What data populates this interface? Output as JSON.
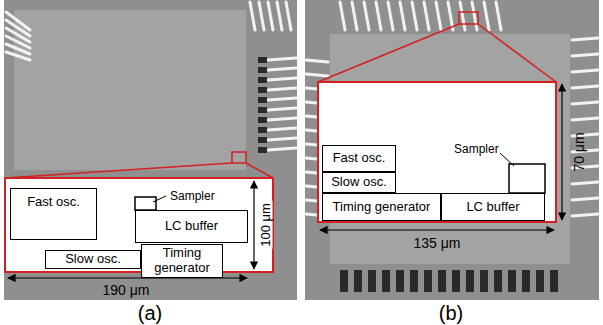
{
  "diagram": {
    "nodes": [
      {
        "text": [
          "Fast osc."
        ]
      },
      {
        "text": [
          "LC buffer"
        ]
      },
      {
        "text": [
          "Slow osc."
        ]
      },
      {
        "text": [
          "Timing generator"
        ]
      },
      {
        "text": [
          "Fast osc."
        ]
      },
      {
        "text": [
          "Slow osc."
        ]
      },
      {
        "text": [
          "Timing generator"
        ]
      },
      {
        "text": [
          "LC buffer"
        ]
      }
    ],
    "edges": [],
    "labels": [
      "Sampler",
      "100 μm",
      "190 μm",
      "(a)",
      "Sampler",
      "70 μm",
      "135 μm",
      "(b)"
    ]
  }
}
